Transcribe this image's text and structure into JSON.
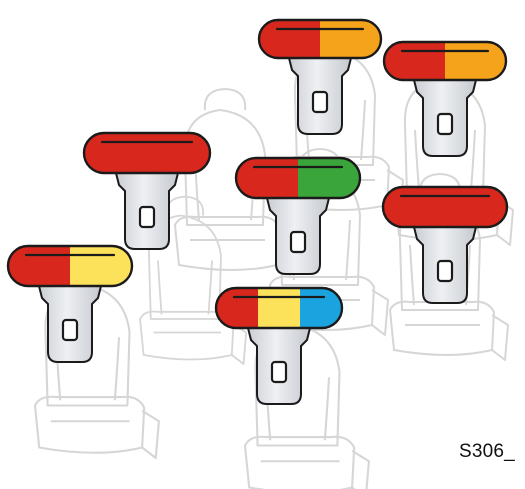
{
  "figure": {
    "caption": "S306_"
  },
  "colors": {
    "red": "#d8281e",
    "orange": "#f4a31a",
    "green": "#3aa53a",
    "yellow": "#fbe25a",
    "blue": "#1ba3e0",
    "buckle_metal": "#e4e6ea",
    "outline": "#1b1b1b",
    "seat_sketch": "#d9d9d9"
  },
  "indicators": [
    {
      "id": "top-center",
      "segments": [
        "red",
        "orange"
      ]
    },
    {
      "id": "top-right",
      "segments": [
        "red",
        "orange"
      ]
    },
    {
      "id": "mid-left",
      "segments": [
        "red"
      ]
    },
    {
      "id": "mid-center",
      "segments": [
        "red",
        "green"
      ]
    },
    {
      "id": "mid-right",
      "segments": [
        "red"
      ]
    },
    {
      "id": "bottom-left",
      "segments": [
        "red",
        "yellow"
      ]
    },
    {
      "id": "bottom-center",
      "segments": [
        "red",
        "yellow",
        "blue"
      ]
    }
  ]
}
